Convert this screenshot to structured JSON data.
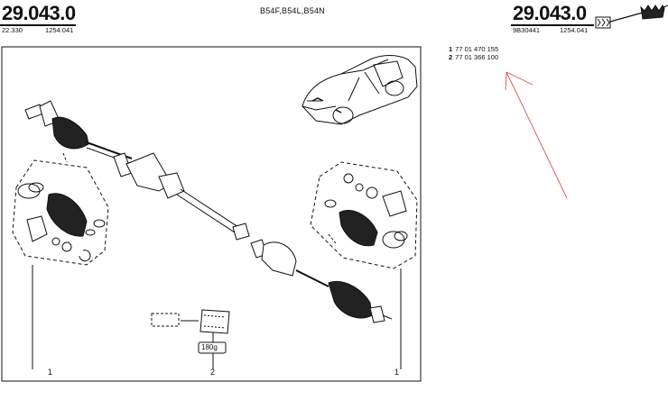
{
  "header": {
    "left_code": "29.043.0",
    "left_sub_a": "22.330",
    "left_sub_b": "1254.041",
    "engine_codes": "B54F,B54L,B54N",
    "right_code": "29.043.0",
    "right_sub_a": "9B30441",
    "right_sub_b": "1254.041"
  },
  "oem_refs": [
    {
      "num": "1",
      "ref": "77 01 470 155"
    },
    {
      "num": "2",
      "ref": "77 01 366 100"
    }
  ],
  "diagram": {
    "grease_label": "180g",
    "callout_left": "1",
    "callout_center": "2",
    "callout_right": "1"
  },
  "colors": {
    "line": "#111111",
    "annotation": "#d9534f"
  }
}
